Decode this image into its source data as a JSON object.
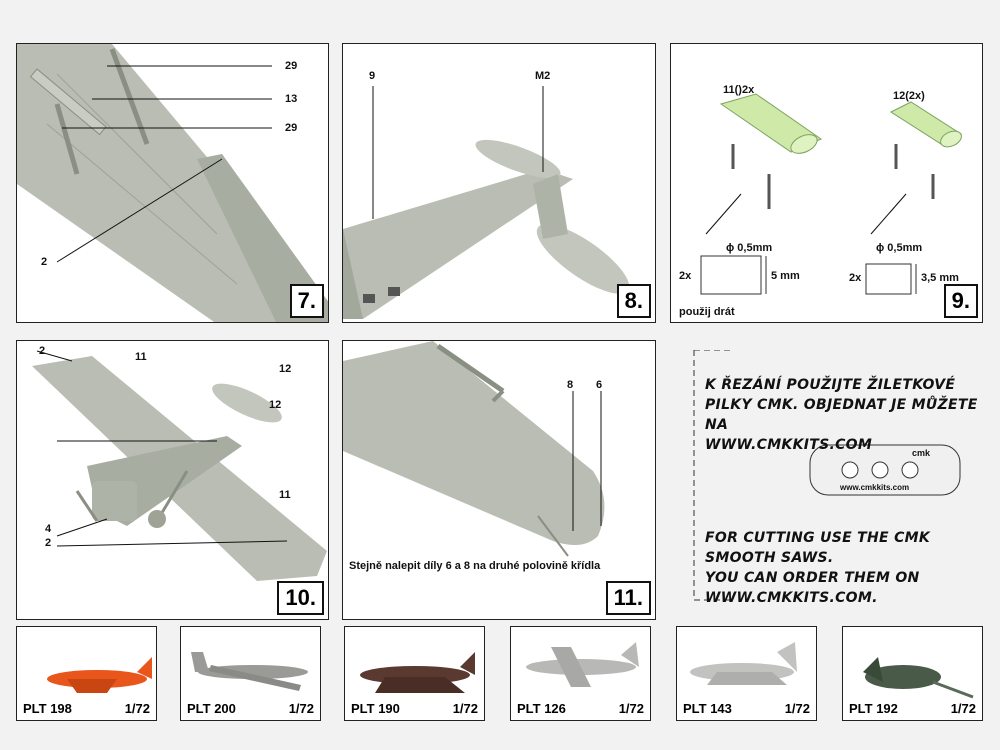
{
  "step7": {
    "number": "7.",
    "labels": [
      "29",
      "13",
      "29",
      "2"
    ]
  },
  "step8": {
    "number": "8.",
    "labels": [
      "9",
      "M2"
    ]
  },
  "step9": {
    "number": "9.",
    "part11": "11()2x",
    "part12": "12(2x)",
    "dia_left": "ϕ 0,5mm",
    "dia_right": "ϕ 0,5mm",
    "qty_left": "2x",
    "qty_right": "2x",
    "len_left": "5 mm",
    "len_right": "3,5 mm",
    "note": "použij drát"
  },
  "step10": {
    "number": "10.",
    "labels": [
      "2",
      "11",
      "12",
      "12",
      "11",
      "4",
      "2"
    ]
  },
  "step11": {
    "number": "11.",
    "labels": [
      "8",
      "6"
    ],
    "note": "Stejně nalepit díly 6 a 8 na druhé polovině křídla"
  },
  "info": {
    "cz_lines": [
      "K ŘEZÁNÍ POUŽIJTE ŽILETKOVÉ",
      "PILKY CMK. OBJEDNAT JE MŮŽETE NA",
      "WWW.CMKKITS.COM"
    ],
    "en_lines": [
      "FOR CUTTING USE THE CMK SMOOTH SAWS.",
      "YOU CAN ORDER THEM ON",
      "WWW.CMKKITS.COM."
    ],
    "saw_text": "cmk",
    "saw_url": "www.cmkkits.com"
  },
  "thumbnails": [
    {
      "code": "PLT 198",
      "scale": "1/72",
      "color": "#e8561c"
    },
    {
      "code": "PLT 200",
      "scale": "1/72",
      "color": "#9a9a96"
    },
    {
      "code": "PLT 190",
      "scale": "1/72",
      "color": "#5a3a30"
    },
    {
      "code": "PLT 126",
      "scale": "1/72",
      "color": "#b8b8b6"
    },
    {
      "code": "PLT 143",
      "scale": "1/72",
      "color": "#c2c2c0"
    },
    {
      "code": "PLT 192",
      "scale": "1/72",
      "color": "#4a5a48"
    }
  ]
}
